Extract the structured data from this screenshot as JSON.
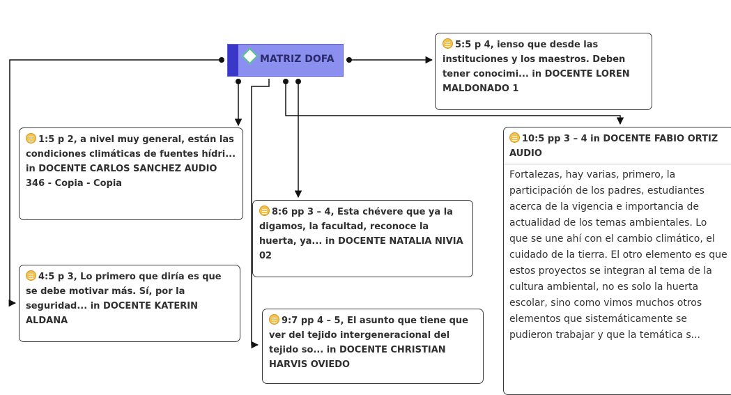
{
  "hub": {
    "label": "MATRIZ DOFA"
  },
  "quotes": {
    "q1": "1:5 p 2, a nivel muy general, están las condiciones climáticas de fuentes hídri... in DOCENTE CARLOS SANCHEZ AUDIO 346 - Copia - Copia",
    "q4": "4:5 p 3, Lo primero que diría es que se debe motivar más. Sí, por la seguridad... in DOCENTE KATERIN ALDANA",
    "q5": "5:5 p 4, ienso que desde las instituciones y los maestros. Deben tener conocimi... in DOCENTE LOREN MALDONADO 1",
    "q8": "8:6 pp 3 – 4, Esta   chévere que ya la digamos, la facultad, reconoce la huerta, ya... in DOCENTE NATALIA NIVIA 02",
    "q9": "9:7 pp 4 – 5, El asunto que tiene que ver del tejido intergeneracional del tejido so... in DOCENTE CHRISTIAN HARVIS OVIEDO",
    "q10_title": "10:5 pp 3 – 4 in DOCENTE FABIO ORTIZ AUDIO",
    "q10_body": "Fortalezas, hay varias, primero, la participación de los padres, estudiantes acerca de   la vigencia e importancia de actualidad de los temas ambientales. Lo que se une ahí   con el cambio climático, el cuidado de la tierra. El otro elemento es que estos  proyectos se integran al tema de la cultura ambiental, no es solo la huerta escolar, sino como vimos muchos otros elementos que sistemáticamente se pudieron   trabajar y que la temática s..."
  },
  "icons": {
    "hub": "code-diamond-icon",
    "quote": "quotation-doc-icon"
  },
  "colors": {
    "hub_fill": "#8a8ff0",
    "hub_bar": "#3b38c9",
    "diamond": "#4fc08d",
    "quote_icon": "#f2c14e"
  }
}
